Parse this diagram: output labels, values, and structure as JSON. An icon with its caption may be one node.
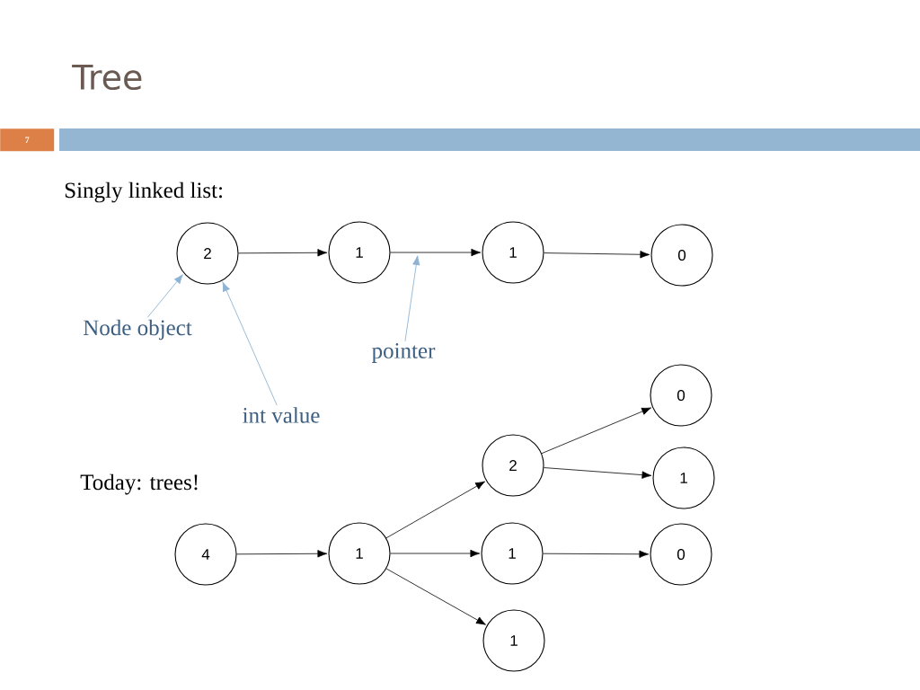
{
  "diagram": {
    "title": "Tree",
    "nodes": [
      {
        "text": [
          "2"
        ]
      },
      {
        "text": [
          "1"
        ]
      },
      {
        "text": [
          "1"
        ]
      },
      {
        "text": [
          "0"
        ]
      },
      {
        "text": [
          "Node object"
        ]
      },
      {
        "text": [
          "pointer"
        ]
      },
      {
        "text": [
          "int value"
        ]
      },
      {
        "text": [
          "0"
        ]
      },
      {
        "text": [
          "2"
        ]
      },
      {
        "text": [
          "1"
        ]
      },
      {
        "text": [
          "4"
        ]
      },
      {
        "text": [
          "1"
        ]
      },
      {
        "text": [
          "1"
        ]
      },
      {
        "text": [
          "0"
        ]
      },
      {
        "text": [
          "1"
        ]
      }
    ],
    "edges": [
      {
        "from": 0,
        "to": 1,
        "arrow": "to"
      },
      {
        "from": 1,
        "to": 2,
        "arrow": "to"
      },
      {
        "from": 2,
        "to": 3,
        "arrow": "to"
      },
      {
        "from": 4,
        "to": 0,
        "arrow": "to",
        "color": "#8fb3d3"
      },
      {
        "from": 6,
        "to": 0,
        "arrow": "to",
        "color": "#8fb3d3"
      },
      {
        "from": 5,
        "to": null,
        "arrow": "to",
        "color": "#8fb3d3"
      },
      {
        "from": 10,
        "to": 11,
        "arrow": "to"
      },
      {
        "from": 11,
        "to": 8,
        "arrow": "to"
      },
      {
        "from": 11,
        "to": 12,
        "arrow": "to"
      },
      {
        "from": 11,
        "to": 14,
        "arrow": "to"
      },
      {
        "from": 8,
        "to": 7,
        "arrow": "to"
      },
      {
        "from": 8,
        "to": 9,
        "arrow": "to"
      },
      {
        "from": 12,
        "to": 13,
        "arrow": "to"
      }
    ],
    "labels": [
      "7",
      "Singly linked list:",
      "Today: trees!"
    ]
  }
}
